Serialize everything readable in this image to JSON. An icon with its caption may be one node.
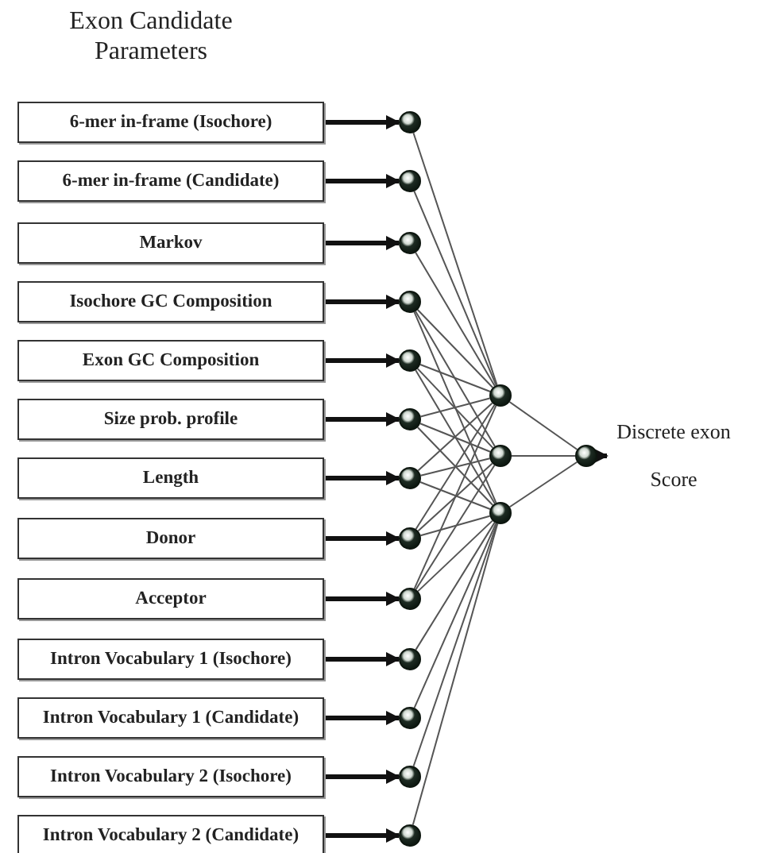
{
  "diagram": {
    "title": "Exon Candidate Parameters",
    "nodes": [
      {
        "text": [
          "6-mer in-frame (Isochore)"
        ]
      },
      {
        "text": [
          "6-mer in-frame (Candidate)"
        ]
      },
      {
        "text": [
          "Markov"
        ]
      },
      {
        "text": [
          "Isochore GC Composition"
        ]
      },
      {
        "text": [
          "Exon GC Composition"
        ]
      },
      {
        "text": [
          "Size prob. profile"
        ]
      },
      {
        "text": [
          "Length"
        ]
      },
      {
        "text": [
          "Donor"
        ]
      },
      {
        "text": [
          "Acceptor"
        ]
      },
      {
        "text": [
          "Intron Vocabulary 1 (Isochore)"
        ]
      },
      {
        "text": [
          "Intron Vocabulary 1 (Candidate)"
        ]
      },
      {
        "text": [
          "Intron Vocabulary 2 (Isochore)"
        ]
      },
      {
        "text": [
          "Intron Vocabulary 2 (Candidate)"
        ]
      },
      {
        "text": [],
        "shape": "circle"
      },
      {
        "text": [],
        "shape": "circle"
      },
      {
        "text": [],
        "shape": "circle"
      },
      {
        "text": [],
        "shape": "circle"
      },
      {
        "text": [],
        "shape": "circle"
      },
      {
        "text": [],
        "shape": "circle"
      },
      {
        "text": [],
        "shape": "circle"
      },
      {
        "text": [],
        "shape": "circle"
      },
      {
        "text": [],
        "shape": "circle"
      },
      {
        "text": [],
        "shape": "circle"
      },
      {
        "text": [],
        "shape": "circle"
      },
      {
        "text": [],
        "shape": "circle"
      },
      {
        "text": [],
        "shape": "circle"
      },
      {
        "text": [],
        "shape": "circle"
      },
      {
        "text": [],
        "shape": "circle"
      },
      {
        "text": [],
        "shape": "circle"
      },
      {
        "text": [],
        "shape": "circle"
      },
      {
        "text": [
          "Discrete exon Score"
        ]
      }
    ],
    "edges": [
      {
        "from": 0,
        "to": 13,
        "arrow": "to",
        "style": "thick"
      },
      {
        "from": 1,
        "to": 14,
        "arrow": "to",
        "style": "thick"
      },
      {
        "from": 2,
        "to": 15,
        "arrow": "to",
        "style": "thick"
      },
      {
        "from": 3,
        "to": 16,
        "arrow": "to",
        "style": "thick"
      },
      {
        "from": 4,
        "to": 17,
        "arrow": "to",
        "style": "thick"
      },
      {
        "from": 5,
        "to": 18,
        "arrow": "to",
        "style": "thick"
      },
      {
        "from": 6,
        "to": 19,
        "arrow": "to",
        "style": "thick"
      },
      {
        "from": 7,
        "to": 20,
        "arrow": "to",
        "style": "thick"
      },
      {
        "from": 8,
        "to": 21,
        "arrow": "to",
        "style": "thick"
      },
      {
        "from": 9,
        "to": 22,
        "arrow": "to",
        "style": "thick"
      },
      {
        "from": 10,
        "to": 23,
        "arrow": "to",
        "style": "thick"
      },
      {
        "from": 11,
        "to": 24,
        "arrow": "to",
        "style": "thick"
      },
      {
        "from": 12,
        "to": 25,
        "arrow": "to",
        "style": "thick"
      },
      {
        "from": 13,
        "to": 26,
        "arrow": "none"
      },
      {
        "from": 14,
        "to": 26,
        "arrow": "none"
      },
      {
        "from": 15,
        "to": 26,
        "arrow": "none"
      },
      {
        "from": 16,
        "to": 26,
        "arrow": "none"
      },
      {
        "from": 16,
        "to": 27,
        "arrow": "none"
      },
      {
        "from": 16,
        "to": 28,
        "arrow": "none"
      },
      {
        "from": 17,
        "to": 26,
        "arrow": "none"
      },
      {
        "from": 17,
        "to": 27,
        "arrow": "none"
      },
      {
        "from": 17,
        "to": 28,
        "arrow": "none"
      },
      {
        "from": 18,
        "to": 26,
        "arrow": "none"
      },
      {
        "from": 18,
        "to": 27,
        "arrow": "none"
      },
      {
        "from": 18,
        "to": 28,
        "arrow": "none"
      },
      {
        "from": 19,
        "to": 26,
        "arrow": "none"
      },
      {
        "from": 19,
        "to": 27,
        "arrow": "none"
      },
      {
        "from": 19,
        "to": 28,
        "arrow": "none"
      },
      {
        "from": 20,
        "to": 26,
        "arrow": "none"
      },
      {
        "from": 20,
        "to": 27,
        "arrow": "none"
      },
      {
        "from": 20,
        "to": 28,
        "arrow": "none"
      },
      {
        "from": 21,
        "to": 26,
        "arrow": "none"
      },
      {
        "from": 21,
        "to": 27,
        "arrow": "none"
      },
      {
        "from": 21,
        "to": 28,
        "arrow": "none"
      },
      {
        "from": 22,
        "to": 28,
        "arrow": "none"
      },
      {
        "from": 23,
        "to": 28,
        "arrow": "none"
      },
      {
        "from": 24,
        "to": 28,
        "arrow": "none"
      },
      {
        "from": 25,
        "to": 28,
        "arrow": "none"
      },
      {
        "from": 26,
        "to": 29,
        "arrow": "none"
      },
      {
        "from": 27,
        "to": 29,
        "arrow": "none"
      },
      {
        "from": 28,
        "to": 29,
        "arrow": "none"
      },
      {
        "from": 29,
        "to": 30,
        "arrow": "to",
        "style": "thick"
      }
    ]
  }
}
